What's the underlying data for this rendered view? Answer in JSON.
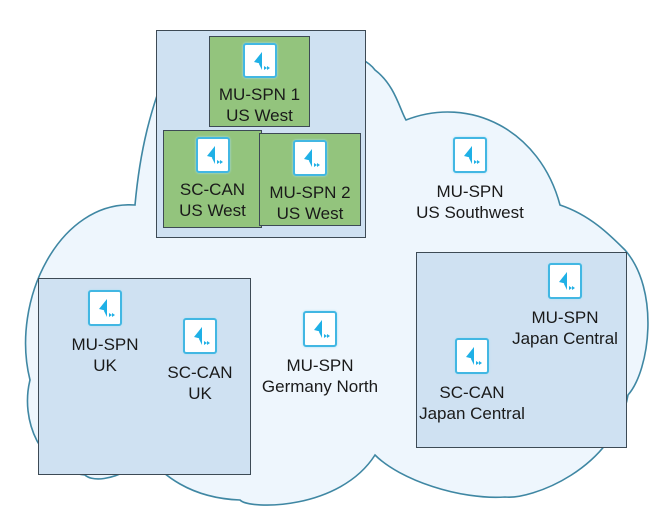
{
  "diagram": {
    "theme": {
      "cloud_fill": "#eef6fd",
      "cloud_stroke": "#3f87a3",
      "region_fill": "#cfe1f2",
      "node_green": "#93c47d",
      "icon_accent": "#1fb0e6",
      "border": "#3d4a55"
    },
    "icon_name": "service-node-icon",
    "regions": [
      {
        "id": "us-west",
        "nodes": [
          {
            "name": "MU-SPN 1",
            "location": "US West"
          },
          {
            "name": "SC-CAN",
            "location": "US West"
          },
          {
            "name": "MU-SPN 2",
            "location": "US West"
          }
        ]
      },
      {
        "id": "uk",
        "nodes": [
          {
            "name": "MU-SPN",
            "location": "UK"
          },
          {
            "name": "SC-CAN",
            "location": "UK"
          }
        ]
      },
      {
        "id": "japan-central",
        "nodes": [
          {
            "name": "MU-SPN",
            "location": "Japan Central"
          },
          {
            "name": "SC-CAN",
            "location": "Japan Central"
          }
        ]
      }
    ],
    "standalone": [
      {
        "name": "MU-SPN",
        "location": "US Southwest"
      },
      {
        "name": "MU-SPN",
        "location": "Germany North"
      }
    ]
  }
}
